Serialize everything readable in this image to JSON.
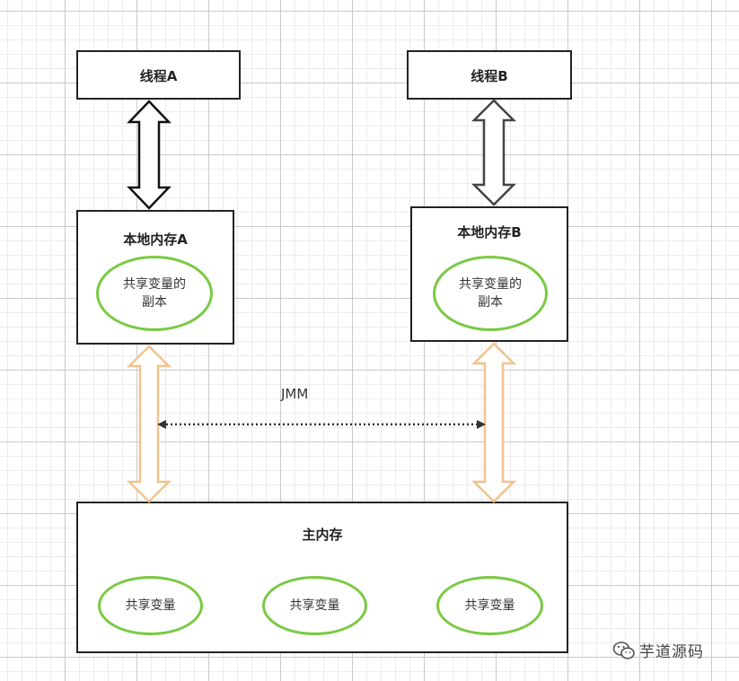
{
  "thread_a": {
    "label": "线程A"
  },
  "thread_b": {
    "label": "线程B"
  },
  "local_memory_a": {
    "title": "本地内存A",
    "copy_line1": "共享变量的",
    "copy_line2": "副本"
  },
  "local_memory_b": {
    "title": "本地内存B",
    "copy_line1": "共享变量的",
    "copy_line2": "副本"
  },
  "jmm": {
    "label": "JMM"
  },
  "main_memory": {
    "title": "主内存",
    "shared_vars": [
      "共享变量",
      "共享变量",
      "共享变量"
    ]
  },
  "watermark": {
    "icon": "wechat-icon",
    "text": "芋道源码"
  },
  "colors": {
    "box_border": "#222222",
    "ellipse_border": "#7ac943",
    "orange_arrow": "#f2c28c",
    "grid": "#c9c9c9"
  }
}
